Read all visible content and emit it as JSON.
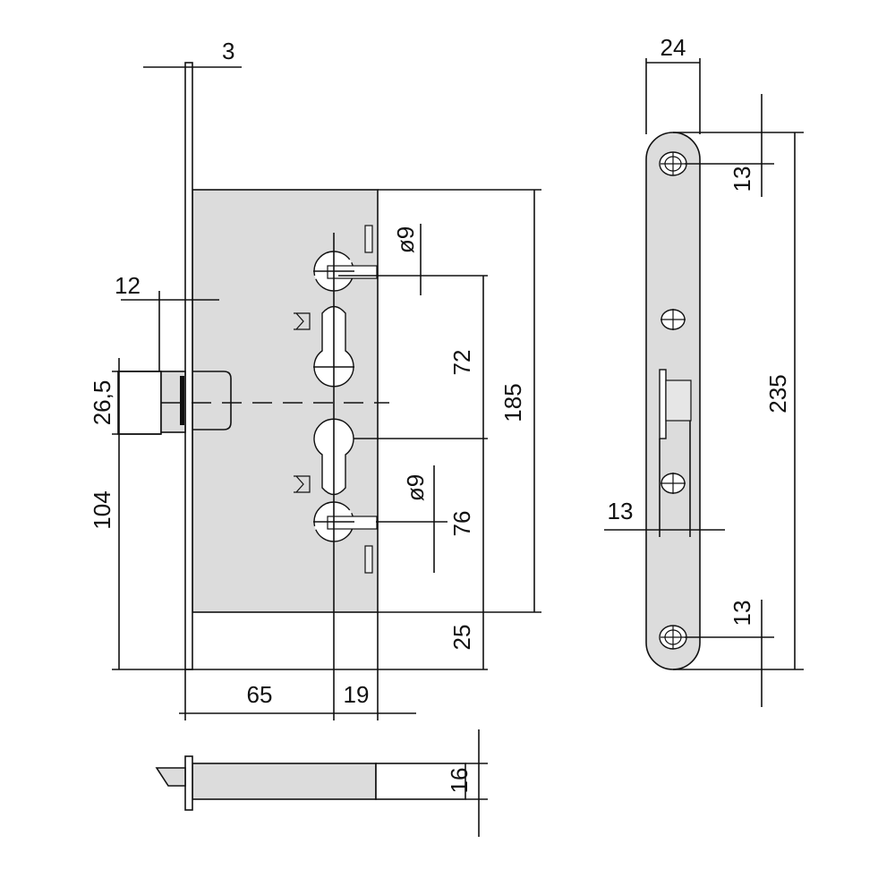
{
  "drawing": {
    "front_view": {
      "faceplate_thickness": "3",
      "latch_projection": "12",
      "latch_height": "26,5",
      "latch_to_bottom": "104",
      "backset": "65",
      "hole_offset": "19",
      "top_hole_diameter": "ø9",
      "bottom_hole_diameter": "ø9",
      "center_distance": "72",
      "body_height": "185",
      "hole_to_bottom": "25",
      "lower_hole_distance": "76"
    },
    "bottom_view": {
      "bolt_width": "16"
    },
    "side_view": {
      "faceplate_width": "24",
      "top_screw_offset": "13",
      "faceplate_length": "235",
      "latch_slot_width": "13",
      "bottom_screw_offset": "13"
    },
    "colors": {
      "fill": "#dcdcdc",
      "line": "#111111"
    }
  }
}
